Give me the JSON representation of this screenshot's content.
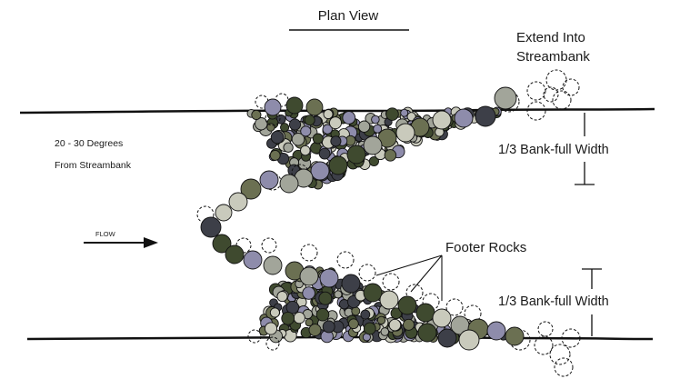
{
  "title": "Plan View",
  "labels": {
    "extend_line1": "Extend Into",
    "extend_line2": "Streambank",
    "degrees_line1": "20 - 30 Degrees",
    "degrees_line2": "From Streambank",
    "flow": "FLOW",
    "footer_rocks": "Footer Rocks",
    "bank_width_upper": "1/3 Bank-full Width",
    "bank_width_lower": "1/3 Bank-full Width"
  },
  "colors": {
    "line": "#111111",
    "rock_dark": "#3f4a2f",
    "rock_olive": "#6b7052",
    "rock_gray": "#a2a59a",
    "rock_light": "#c9cabc",
    "rock_lavender": "#8e8cab",
    "rock_charcoal": "#3d3f48"
  },
  "rock_palette": [
    "rock_dark",
    "rock_olive",
    "rock_gray",
    "rock_light",
    "rock_lavender",
    "rock_charcoal"
  ]
}
